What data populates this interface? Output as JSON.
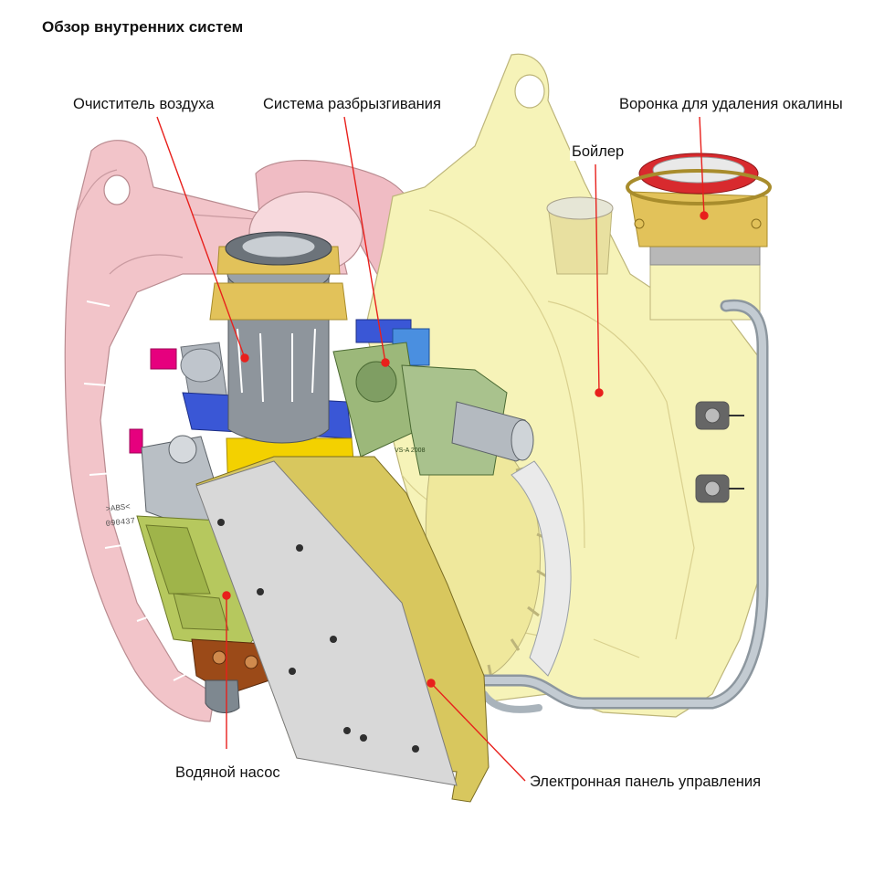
{
  "title": "Обзор внутренних систем",
  "labels": {
    "air_purifier": "Очиститель воздуха",
    "spray_system": "Система разбрызгивания",
    "descaling_funnel": "Воронка для удаления окалины",
    "boiler": "Бойлер",
    "water_pump": "Водяной насос",
    "control_panel": "Электронная панель управления"
  },
  "colors": {
    "callout": "#e8201c",
    "housing_pink": "#f2c4c9",
    "boiler_yellow": "#f6f3b8",
    "gold": "#e2c25a",
    "panel_gray": "#d6d6d6",
    "panel_frame": "#d8c75e",
    "module_green": "#9cb87a",
    "pump_green": "#b6c85e",
    "pipe_gray": "#aab3bb",
    "blue": "#3a57d6"
  }
}
